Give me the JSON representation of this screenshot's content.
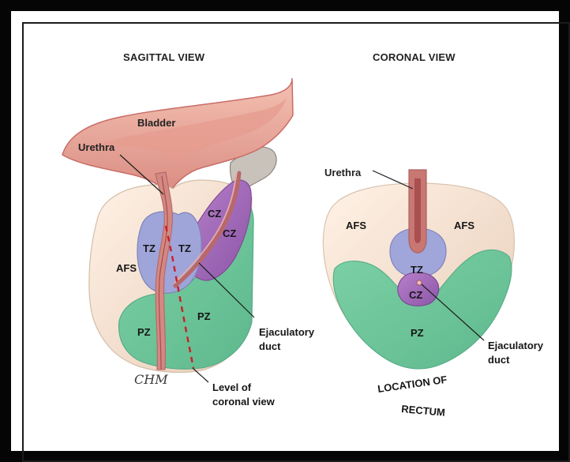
{
  "titles": {
    "sagittal": "SAGITTAL VIEW",
    "coronal": "CORONAL VIEW"
  },
  "sagittal_labels": {
    "bladder": "Bladder",
    "urethra": "Urethra",
    "afs": "AFS",
    "tz_left": "TZ",
    "tz_right": "TZ",
    "cz_top": "CZ",
    "cz_bottom": "CZ",
    "pz_left": "PZ",
    "pz_right": "PZ",
    "ejaculatory_line1": "Ejaculatory",
    "ejaculatory_line2": "duct",
    "level_line1": "Level of",
    "level_line2": "coronal view",
    "signature": "CHM"
  },
  "coronal_labels": {
    "urethra": "Urethra",
    "afs_left": "AFS",
    "afs_right": "AFS",
    "tz": "TZ",
    "cz": "CZ",
    "pz": "PZ",
    "ejaculatory_line1": "Ejaculatory",
    "ejaculatory_line2": "duct",
    "location_line1": "LOCATION OF",
    "location_line2": "RECTUM"
  },
  "colors": {
    "bladder": "#e8a79a",
    "bladder_wall": "#d77a74",
    "afs": "#f3dfcf",
    "tz": "#9ea3d8",
    "cz": "#9b63b3",
    "pz": "#70c49a",
    "urethra": "#c77474",
    "seminal": "#c8c2b8",
    "line": "#1e1e1e",
    "dashed_level": "#c91f25"
  }
}
